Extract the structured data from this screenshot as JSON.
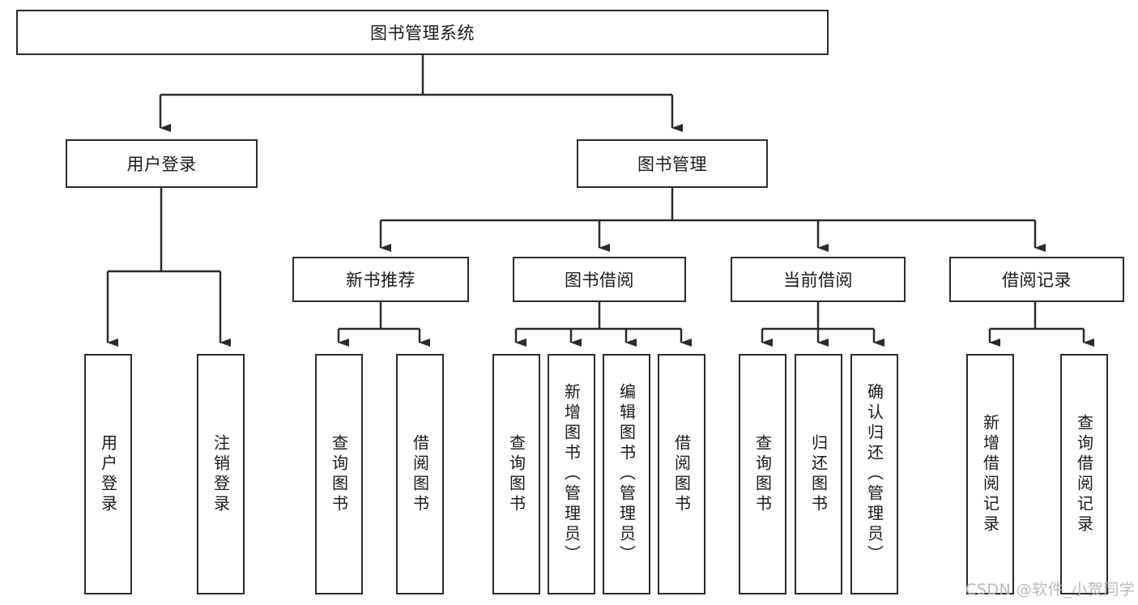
{
  "diagram": {
    "title": "图书管理系统",
    "type": "tree-hierarchy",
    "orientation": "top-down",
    "colors": {
      "box_border": "#2b2b2b",
      "box_fill": "#ffffff",
      "connector": "#2b2b2b",
      "text": "#1a1a1a",
      "watermark": "#b9b9b9",
      "background": "#ffffff"
    },
    "root": {
      "label": "图书管理系统"
    },
    "level2": [
      {
        "label": "用户登录"
      },
      {
        "label": "图书管理"
      }
    ],
    "level3": [
      {
        "label": "新书推荐"
      },
      {
        "label": "图书借阅"
      },
      {
        "label": "当前借阅"
      },
      {
        "label": "借阅记录"
      }
    ],
    "leaves": {
      "user_login": [
        {
          "label": "用户登录"
        },
        {
          "label": "注销登录"
        }
      ],
      "new_book_recommend": [
        {
          "label": "查询图书"
        },
        {
          "label": "借阅图书"
        }
      ],
      "book_borrow": [
        {
          "label": "查询图书"
        },
        {
          "label": "新增图书（管理员）"
        },
        {
          "label": "编辑图书（管理员）"
        },
        {
          "label": "借阅图书"
        }
      ],
      "current_borrow": [
        {
          "label": "查询图书"
        },
        {
          "label": "归还图书"
        },
        {
          "label": "确认归还（管理员）"
        }
      ],
      "borrow_record": [
        {
          "label": "新增借阅记录"
        },
        {
          "label": "查询借阅记录"
        }
      ]
    }
  },
  "watermark": {
    "text": "CSDN @软件_小贺同学"
  }
}
